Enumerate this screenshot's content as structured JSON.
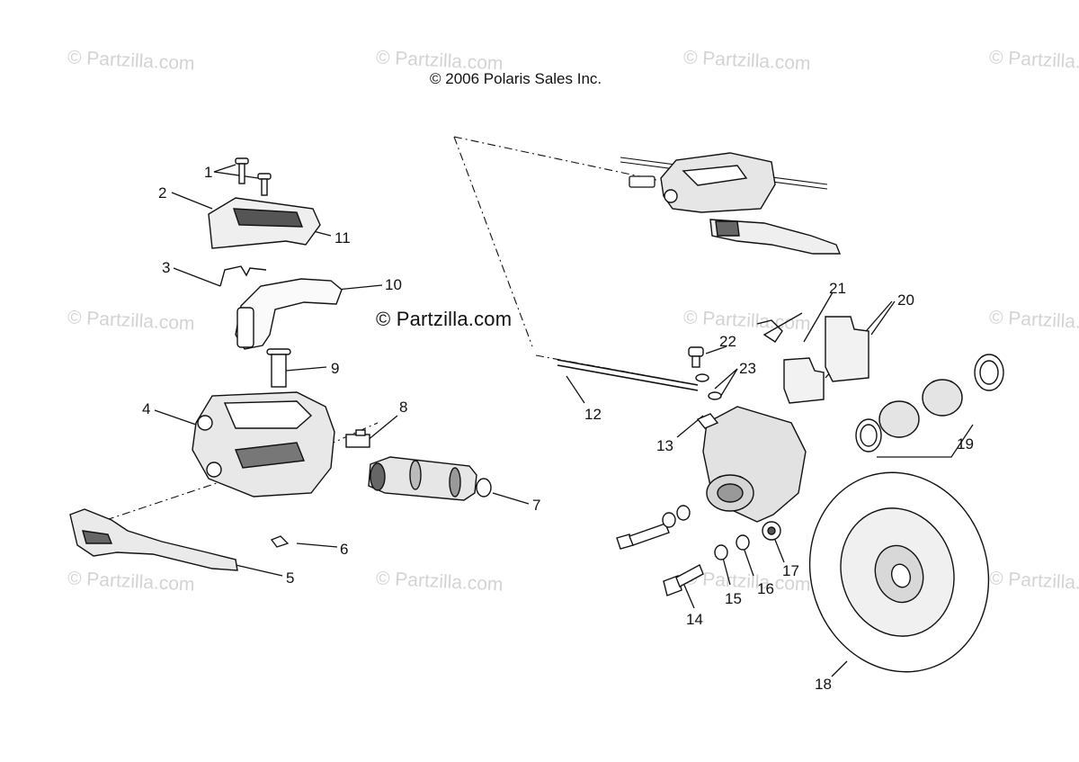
{
  "copyright": "© 2006 Polaris Sales Inc.",
  "brand": "© Partzilla.com",
  "watermark": "© Partzilla.com",
  "callouts": [
    "1",
    "2",
    "3",
    "4",
    "5",
    "6",
    "7",
    "8",
    "9",
    "10",
    "11",
    "12",
    "13",
    "14",
    "15",
    "16",
    "17",
    "18",
    "19",
    "20",
    "21",
    "22",
    "23"
  ]
}
